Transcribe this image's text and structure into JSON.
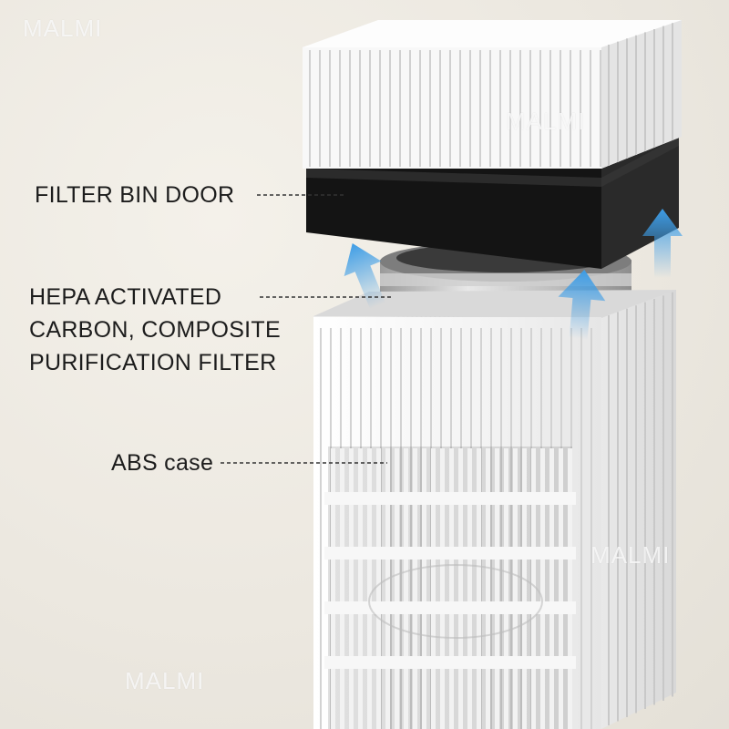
{
  "labels": {
    "filter_bin_door": "FILTER BIN DOOR",
    "hepa": [
      "HEPA  ACTIVATED",
      "CARBON, COMPOSITE",
      "PURIFICATION  FILTER"
    ],
    "abs_case": "ABS case"
  },
  "watermark": "MALMI",
  "colors": {
    "background": "#ece8e0",
    "case_white": "#f6f6f6",
    "door_black": "#1b1b1b",
    "arrow_blue": "#4aa6e8",
    "text": "#1c1c1c"
  }
}
